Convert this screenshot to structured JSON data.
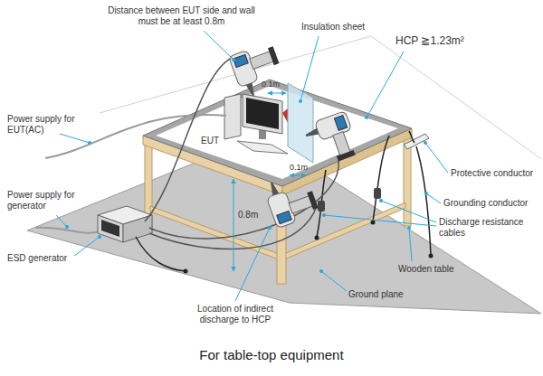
{
  "diagram": {
    "caption": "For table-top equipment",
    "labels": [
      "Distance between EUT side and wall must be at least 0.8m",
      "Insulation sheet",
      "HCP ≧1.23m²",
      "0.1m",
      "Power supply for EUT(AC)",
      "EUT",
      "Protective conductor",
      "0.1m",
      "Grounding conductor",
      "Discharge resistance cables",
      "Power supply for generator",
      "0.8m",
      "ESD generator",
      "Wooden table",
      "Ground plane",
      "Location of indirect discharge to HCP"
    ]
  }
}
